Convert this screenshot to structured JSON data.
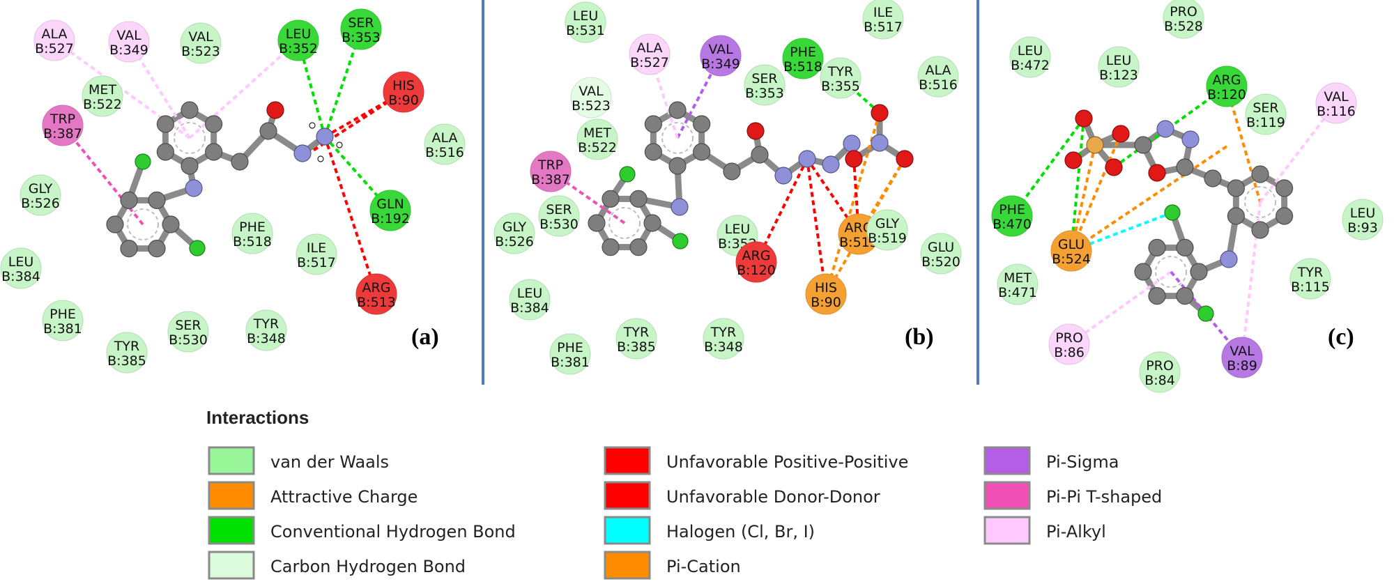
{
  "legend": {
    "title": "Interactions",
    "items": [
      {
        "key": "vdw",
        "label": "van der Waals",
        "color": "#98f598"
      },
      {
        "key": "attractive",
        "label": "Attractive Charge",
        "color": "#ff8c00"
      },
      {
        "key": "hbond",
        "label": "Conventional Hydrogen Bond",
        "color": "#00e000"
      },
      {
        "key": "chbond",
        "label": "Carbon Hydrogen Bond",
        "color": "#dcfadc"
      },
      {
        "key": "unfav_pp",
        "label": "Unfavorable Positive-Positive",
        "color": "#ff0000"
      },
      {
        "key": "unfav_dd",
        "label": "Unfavorable Donor-Donor",
        "color": "#ff0000"
      },
      {
        "key": "halogen",
        "label": "Halogen (Cl, Br, I)",
        "color": "#00ffff"
      },
      {
        "key": "pication",
        "label": "Pi-Cation",
        "color": "#ff8c00"
      },
      {
        "key": "pisigma",
        "label": "Pi-Sigma",
        "color": "#b45ee8"
      },
      {
        "key": "pipi_t",
        "label": "Pi-Pi T-shaped",
        "color": "#f050b4"
      },
      {
        "key": "pialkyl",
        "label": "Pi-Alkyl",
        "color": "#ffc8ff"
      }
    ]
  },
  "panels": [
    {
      "label": "(a)",
      "residues": [
        {
          "name": "ALA",
          "num": "B:527",
          "type": "pialkyl"
        },
        {
          "name": "VAL",
          "num": "B:349",
          "type": "pialkyl"
        },
        {
          "name": "VAL",
          "num": "B:523",
          "type": "vdw"
        },
        {
          "name": "LEU",
          "num": "B:352",
          "type": "hbond"
        },
        {
          "name": "SER",
          "num": "B:353",
          "type": "hbond"
        },
        {
          "name": "HIS",
          "num": "B:90",
          "type": "unfav_pp"
        },
        {
          "name": "MET",
          "num": "B:522",
          "type": "vdw"
        },
        {
          "name": "TRP",
          "num": "B:387",
          "type": "pipi_t"
        },
        {
          "name": "ALA",
          "num": "B:516",
          "type": "vdw"
        },
        {
          "name": "GLY",
          "num": "B:526",
          "type": "vdw"
        },
        {
          "name": "GLN",
          "num": "B:192",
          "type": "hbond"
        },
        {
          "name": "PHE",
          "num": "B:518",
          "type": "vdw"
        },
        {
          "name": "ILE",
          "num": "B:517",
          "type": "vdw"
        },
        {
          "name": "LEU",
          "num": "B:384",
          "type": "vdw"
        },
        {
          "name": "ARG",
          "num": "B:513",
          "type": "unfav_pp"
        },
        {
          "name": "PHE",
          "num": "B:381",
          "type": "vdw"
        },
        {
          "name": "SER",
          "num": "B:530",
          "type": "vdw"
        },
        {
          "name": "TYR",
          "num": "B:348",
          "type": "vdw"
        },
        {
          "name": "TYR",
          "num": "B:385",
          "type": "vdw"
        }
      ]
    },
    {
      "label": "(b)",
      "residues": [
        {
          "name": "LEU",
          "num": "B:531",
          "type": "vdw"
        },
        {
          "name": "ALA",
          "num": "B:527",
          "type": "pialkyl"
        },
        {
          "name": "VAL",
          "num": "B:349",
          "type": "pisigma"
        },
        {
          "name": "PHE",
          "num": "B:518",
          "type": "hbond"
        },
        {
          "name": "ILE",
          "num": "B:517",
          "type": "vdw"
        },
        {
          "name": "TYR",
          "num": "B:355",
          "type": "vdw"
        },
        {
          "name": "ALA",
          "num": "B:516",
          "type": "vdw"
        },
        {
          "name": "VAL",
          "num": "B:523",
          "type": "chbond"
        },
        {
          "name": "SER",
          "num": "B:353",
          "type": "vdw"
        },
        {
          "name": "MET",
          "num": "B:522",
          "type": "vdw"
        },
        {
          "name": "TRP",
          "num": "B:387",
          "type": "pipi_t"
        },
        {
          "name": "SER",
          "num": "B:530",
          "type": "vdw"
        },
        {
          "name": "GLY",
          "num": "B:526",
          "type": "vdw"
        },
        {
          "name": "LEU",
          "num": "B:352",
          "type": "vdw"
        },
        {
          "name": "ARG",
          "num": "B:120",
          "type": "unfav_pp"
        },
        {
          "name": "ARG",
          "num": "B:513",
          "type": "attractive"
        },
        {
          "name": "GLY",
          "num": "B:519",
          "type": "vdw"
        },
        {
          "name": "GLU",
          "num": "B:520",
          "type": "vdw"
        },
        {
          "name": "HIS",
          "num": "B:90",
          "type": "attractive"
        },
        {
          "name": "LEU",
          "num": "B:384",
          "type": "vdw"
        },
        {
          "name": "PHE",
          "num": "B:381",
          "type": "vdw"
        },
        {
          "name": "TYR",
          "num": "B:385",
          "type": "vdw"
        },
        {
          "name": "TYR",
          "num": "B:348",
          "type": "vdw"
        }
      ]
    },
    {
      "label": "(c)",
      "residues": [
        {
          "name": "PRO",
          "num": "B:528",
          "type": "vdw"
        },
        {
          "name": "LEU",
          "num": "B:472",
          "type": "vdw"
        },
        {
          "name": "LEU",
          "num": "B:123",
          "type": "vdw"
        },
        {
          "name": "ARG",
          "num": "B:120",
          "type": "hbond"
        },
        {
          "name": "VAL",
          "num": "B:116",
          "type": "pialkyl"
        },
        {
          "name": "SER",
          "num": "B:119",
          "type": "vdw"
        },
        {
          "name": "PHE",
          "num": "B:470",
          "type": "hbond"
        },
        {
          "name": "GLU",
          "num": "B:524",
          "type": "attractive"
        },
        {
          "name": "LEU",
          "num": "B:93",
          "type": "vdw"
        },
        {
          "name": "MET",
          "num": "B:471",
          "type": "vdw"
        },
        {
          "name": "TYR",
          "num": "B:115",
          "type": "vdw"
        },
        {
          "name": "PRO",
          "num": "B:86",
          "type": "pialkyl"
        },
        {
          "name": "VAL",
          "num": "B:89",
          "type": "pisigma"
        },
        {
          "name": "PRO",
          "num": "B:84",
          "type": "vdw"
        }
      ]
    }
  ]
}
